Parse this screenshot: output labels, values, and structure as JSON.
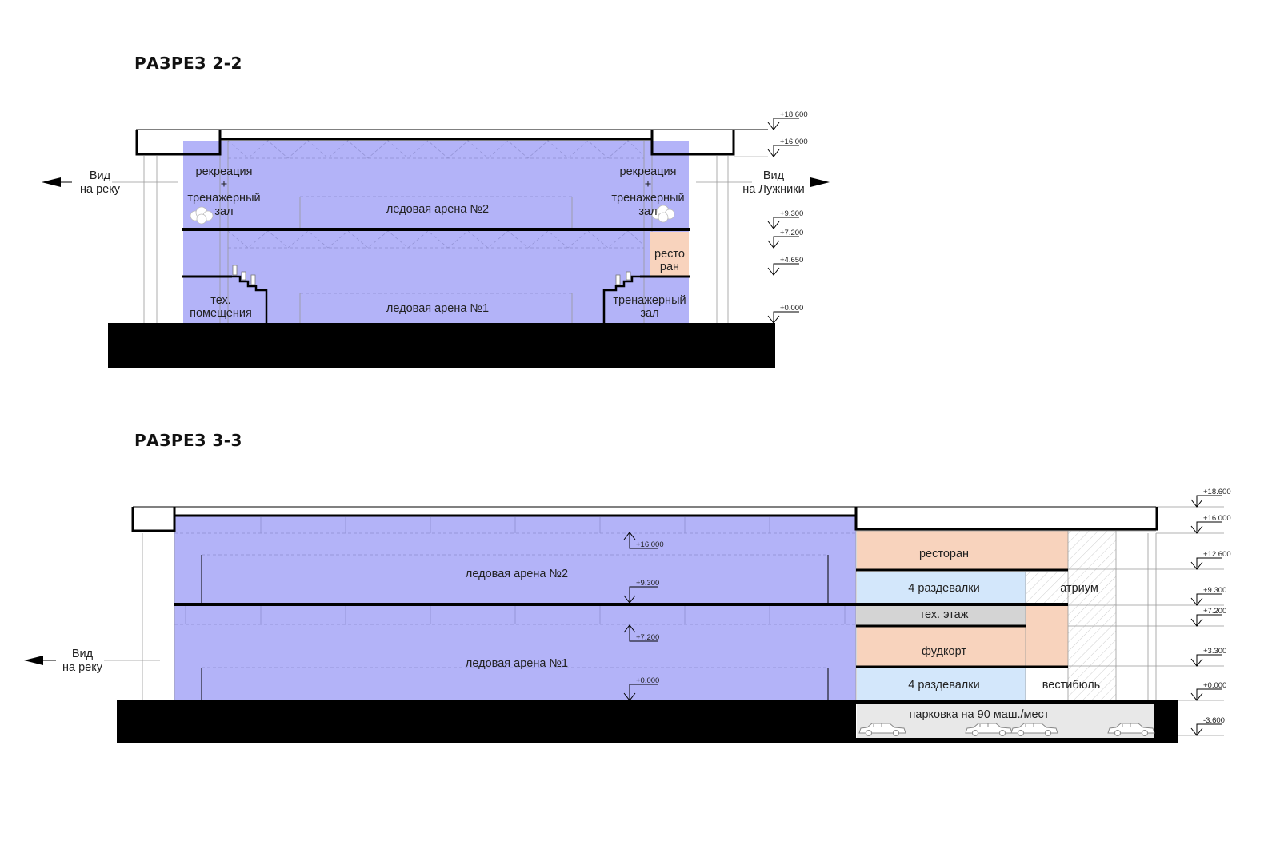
{
  "section_2_2": {
    "title": "РАЗРЕЗ 2-2",
    "left_arrow": [
      "Вид",
      "на реку"
    ],
    "right_arrow": [
      "Вид",
      "на Лужники"
    ],
    "rooms": {
      "arena2": "ледовая арена №2",
      "arena1": "ледовая арена №1",
      "left_upper": [
        "рекреация",
        "+",
        "тренажерный",
        "зал"
      ],
      "right_upper": [
        "рекреация",
        "+",
        "тренажерный",
        "зал"
      ],
      "left_lower": [
        "тех.",
        "помещения"
      ],
      "right_lower": [
        "тренажерный",
        "зал"
      ],
      "restaurant": [
        "ресто",
        "ран"
      ]
    },
    "levels": [
      "+18.600",
      "+16.000",
      "+9.300",
      "+7.200",
      "+4.650",
      "+0.000"
    ]
  },
  "section_3_3": {
    "title": "РАЗРЕЗ 3-3",
    "left_arrow": [
      "Вид",
      "на реку"
    ],
    "rooms": {
      "arena2": "ледовая арена №2",
      "arena1": "ледовая арена №1",
      "restaurant": "ресторан",
      "lockers_upper": "4 раздевалки",
      "atrium": "атриум",
      "tech_floor": "тех. этаж",
      "foodcourt": "фудкорт",
      "lockers_lower": "4 раздевалки",
      "vestibule": "вестибюль",
      "parking": "парковка на 90 маш./мест"
    },
    "levels": [
      "+18.600",
      "+16.000",
      "+12.600",
      "+9.300",
      "+7.200",
      "+3.300",
      "+0.000",
      "-3.600"
    ],
    "inner_levels": [
      "+16.000",
      "+9.300",
      "+7.200",
      "+0.000"
    ]
  },
  "colors": {
    "arena": "#b3b3f8",
    "restaurant": "#f8d3bd",
    "lockers": "#d3e7fb",
    "tech": "#d4d4d4",
    "parking": "#e8e8e8",
    "ground": "#000000"
  }
}
